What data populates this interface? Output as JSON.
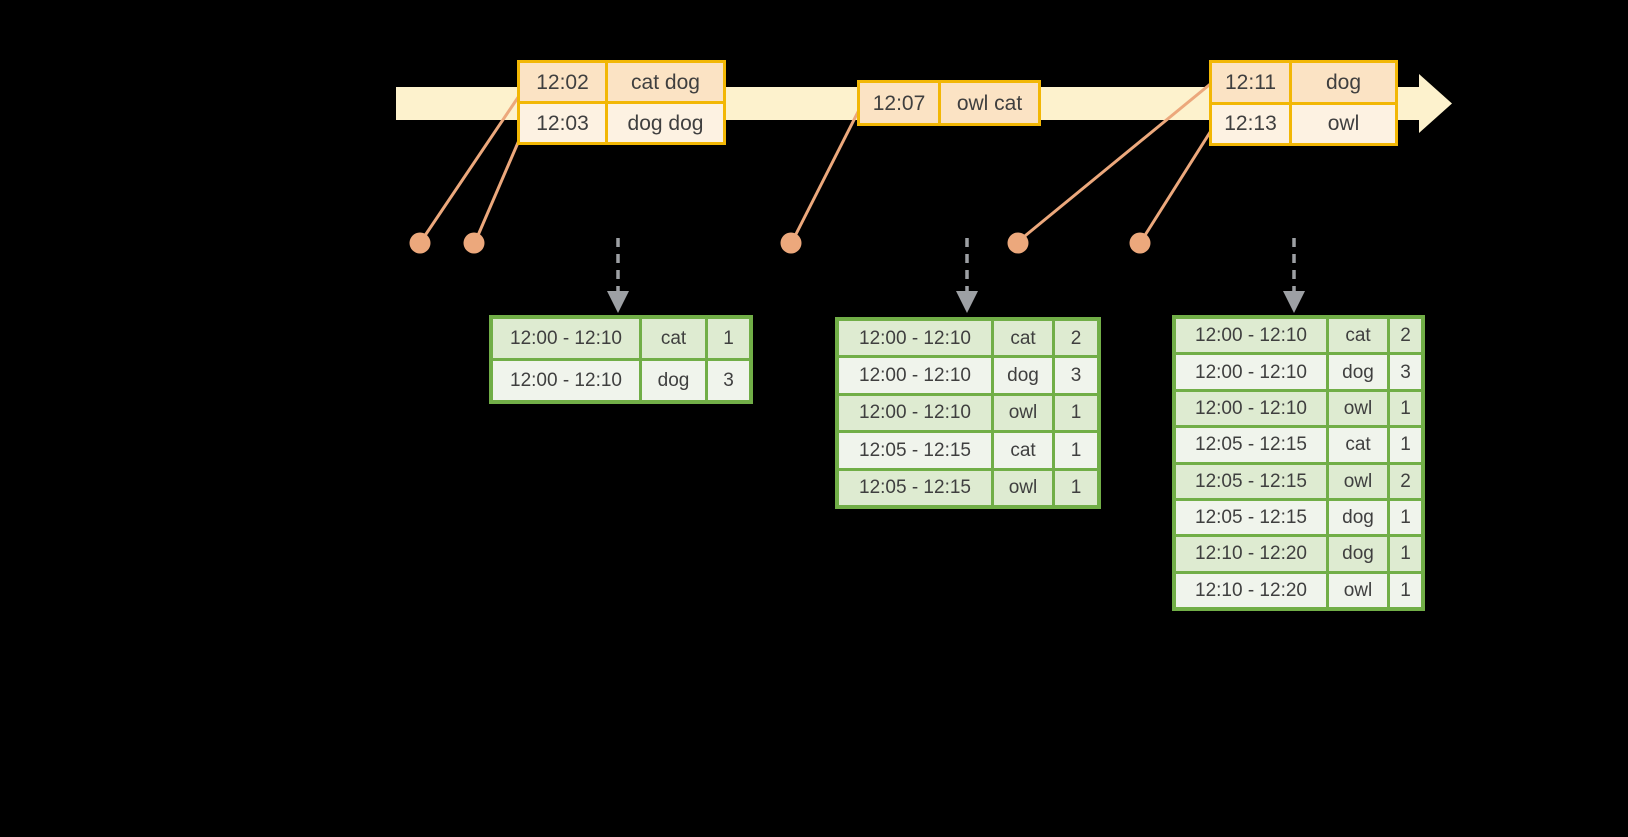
{
  "colors": {
    "background": "#000000",
    "timeline_band": "#FDF2CD",
    "event_border": "#F2B705",
    "event_row_peach": "#FBE3C4",
    "event_row_cream": "#FDF2E2",
    "result_border": "#71AE47",
    "result_row_sage": "#DEEBD1",
    "result_row_pale": "#F0F4EC",
    "connector_orange": "#ECA87C",
    "trigger_arrow_gray": "#9DA0A4",
    "text": "#3F3F3F"
  },
  "event_tables": [
    {
      "id": "event-table-1",
      "rows": [
        {
          "time": "12:02",
          "words": "cat dog"
        },
        {
          "time": "12:03",
          "words": "dog dog"
        }
      ]
    },
    {
      "id": "event-table-2",
      "rows": [
        {
          "time": "12:07",
          "words": "owl cat"
        }
      ]
    },
    {
      "id": "event-table-3",
      "rows": [
        {
          "time": "12:11",
          "words": "dog"
        },
        {
          "time": "12:13",
          "words": "owl"
        }
      ]
    }
  ],
  "result_tables": [
    {
      "id": "result-table-1",
      "rows": [
        {
          "window": "12:00 - 12:10",
          "word": "cat",
          "count": "1"
        },
        {
          "window": "12:00 - 12:10",
          "word": "dog",
          "count": "3"
        }
      ]
    },
    {
      "id": "result-table-2",
      "rows": [
        {
          "window": "12:00 - 12:10",
          "word": "cat",
          "count": "2"
        },
        {
          "window": "12:00 - 12:10",
          "word": "dog",
          "count": "3"
        },
        {
          "window": "12:00 - 12:10",
          "word": "owl",
          "count": "1"
        },
        {
          "window": "12:05 - 12:15",
          "word": "cat",
          "count": "1"
        },
        {
          "window": "12:05 - 12:15",
          "word": "owl",
          "count": "1"
        }
      ]
    },
    {
      "id": "result-table-3",
      "rows": [
        {
          "window": "12:00 - 12:10",
          "word": "cat",
          "count": "2"
        },
        {
          "window": "12:00 - 12:10",
          "word": "dog",
          "count": "3"
        },
        {
          "window": "12:00 - 12:10",
          "word": "owl",
          "count": "1"
        },
        {
          "window": "12:05 - 12:15",
          "word": "cat",
          "count": "1"
        },
        {
          "window": "12:05 - 12:15",
          "word": "owl",
          "count": "2"
        },
        {
          "window": "12:05 - 12:15",
          "word": "dog",
          "count": "1"
        },
        {
          "window": "12:10 - 12:20",
          "word": "dog",
          "count": "1"
        },
        {
          "window": "12:10 - 12:20",
          "word": "owl",
          "count": "1"
        }
      ]
    }
  ]
}
